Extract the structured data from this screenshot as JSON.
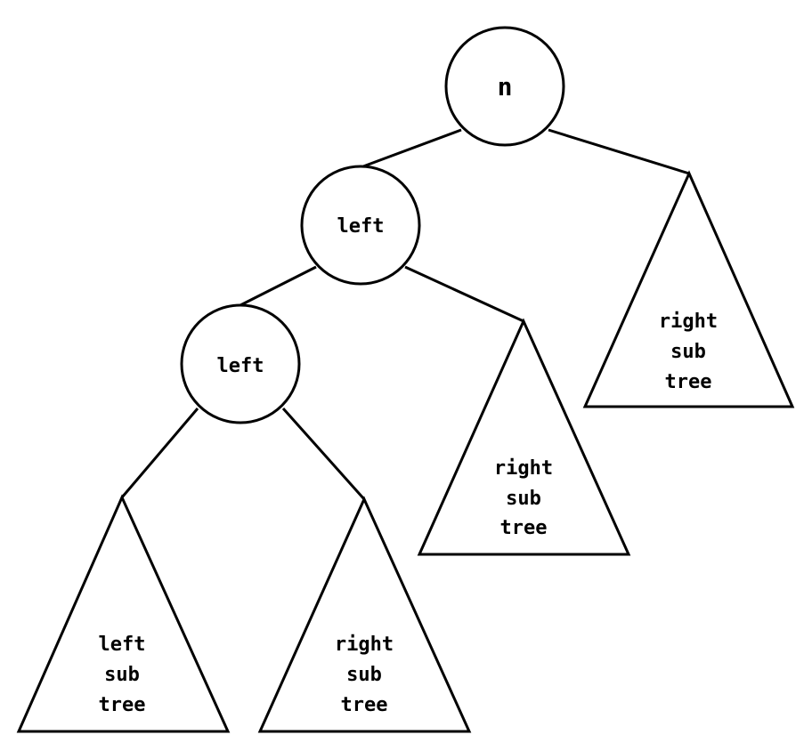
{
  "root": {
    "label": "n"
  },
  "left_child": {
    "label": "left"
  },
  "left_grandchild": {
    "label": "left"
  },
  "subtrees": {
    "root_right": [
      "right",
      "sub",
      "tree"
    ],
    "left_right": [
      "right",
      "sub",
      "tree"
    ],
    "grandchild_left": [
      "left",
      "sub",
      "tree"
    ],
    "grandchild_right": [
      "right",
      "sub",
      "tree"
    ]
  },
  "colors": {
    "stroke": "#000000",
    "background": "#ffffff"
  }
}
